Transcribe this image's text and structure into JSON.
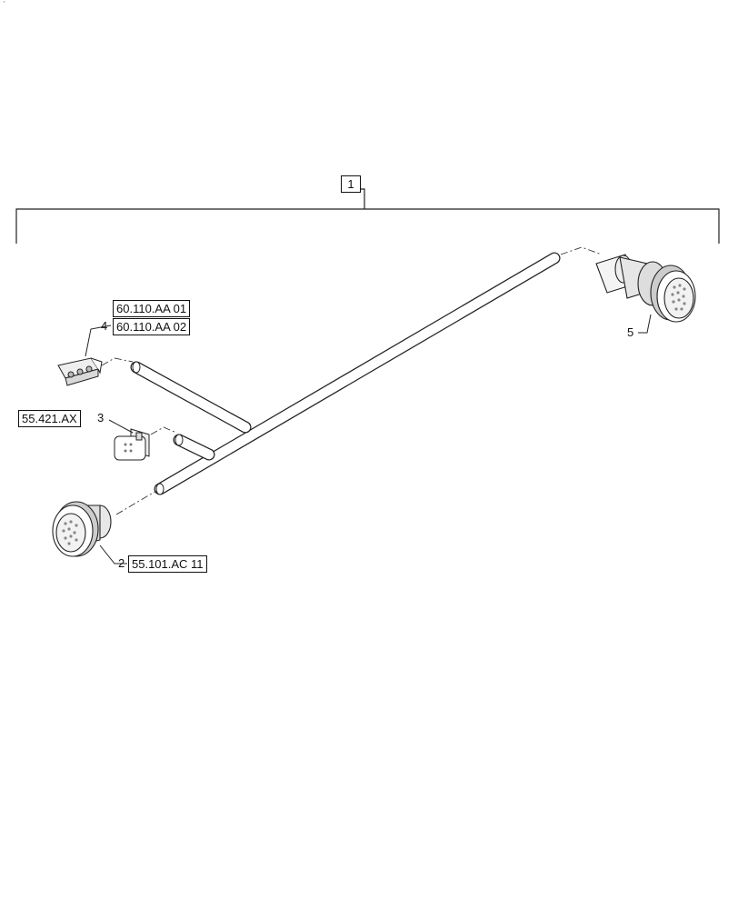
{
  "corner_mark": "'",
  "assembly": {
    "item": "1"
  },
  "callouts": {
    "item2": {
      "number": "2",
      "ref": "55.101.AC 11"
    },
    "item3": {
      "number": "3",
      "ref": "55.421.AX"
    },
    "item4": {
      "number": "4",
      "refs": [
        "60.110.AA 01",
        "60.110.AA 02"
      ]
    },
    "item5": {
      "number": "5"
    }
  }
}
